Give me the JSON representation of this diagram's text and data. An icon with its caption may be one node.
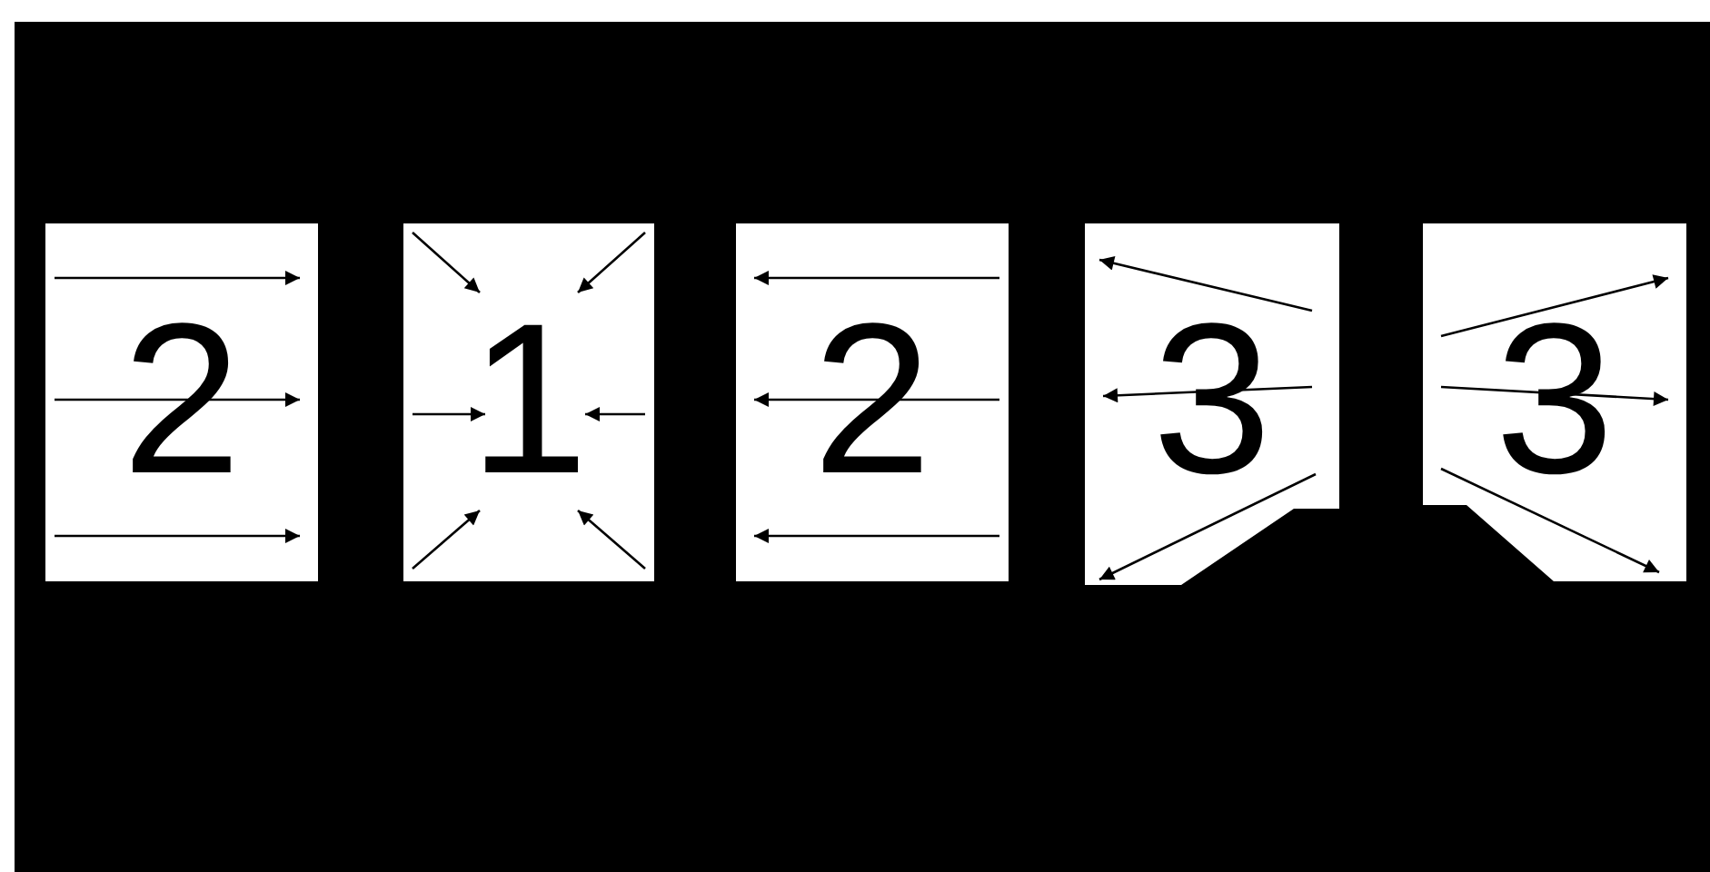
{
  "diagram": {
    "nodes": [
      {
        "text": [
          "2"
        ]
      },
      {
        "text": [
          "1"
        ]
      },
      {
        "text": [
          "2"
        ]
      },
      {
        "text": [
          "3"
        ]
      },
      {
        "text": [
          "3"
        ]
      }
    ]
  }
}
